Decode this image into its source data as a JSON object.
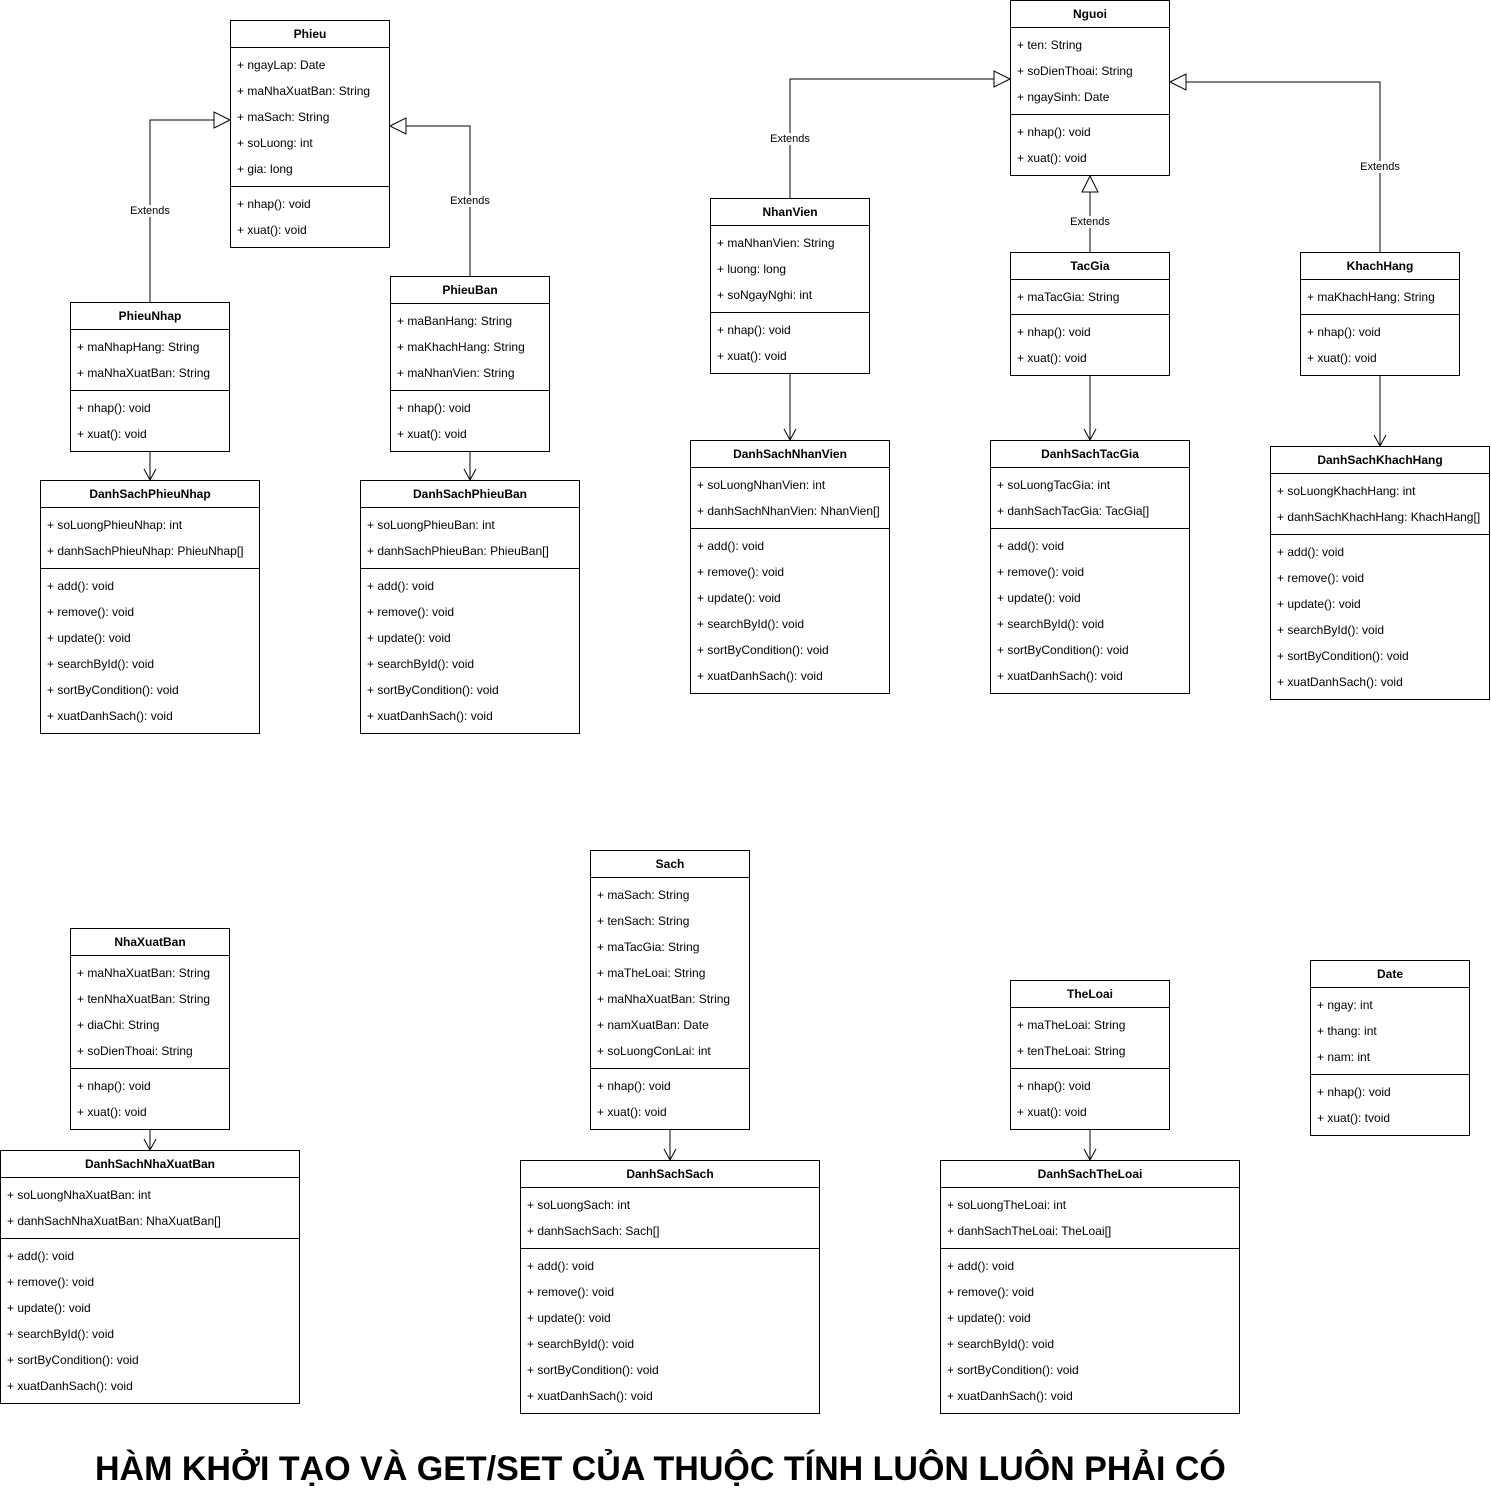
{
  "classes": [
    {
      "id": "Phieu",
      "name": "Phieu",
      "attrs": [
        "+ ngayLap: Date",
        "+ maNhaXuatBan: String",
        "+ maSach: String",
        "+ soLuong: int",
        "+ gia: long"
      ],
      "methods": [
        "+ nhap(): void",
        "+ xuat(): void"
      ]
    },
    {
      "id": "PhieuNhap",
      "name": "PhieuNhap",
      "attrs": [
        "+ maNhapHang: String",
        "+ maNhaXuatBan: String"
      ],
      "methods": [
        "+ nhap(): void",
        "+ xuat(): void"
      ]
    },
    {
      "id": "PhieuBan",
      "name": "PhieuBan",
      "attrs": [
        "+ maBanHang: String",
        "+ maKhachHang: String",
        "+ maNhanVien: String"
      ],
      "methods": [
        "+ nhap(): void",
        "+ xuat(): void"
      ]
    },
    {
      "id": "DanhSachPhieuNhap",
      "name": "DanhSachPhieuNhap",
      "attrs": [
        "+ soLuongPhieuNhap: int",
        "+ danhSachPhieuNhap: PhieuNhap[]"
      ],
      "methods": [
        "+ add(): void",
        "+ remove(): void",
        "+ update(): void",
        "+ searchById(): void",
        "+ sortByCondition(): void",
        "+ xuatDanhSach(): void"
      ]
    },
    {
      "id": "DanhSachPhieuBan",
      "name": "DanhSachPhieuBan",
      "attrs": [
        "+ soLuongPhieuBan: int",
        "+ danhSachPhieuBan: PhieuBan[]"
      ],
      "methods": [
        "+ add(): void",
        "+ remove(): void",
        "+ update(): void",
        "+ searchById(): void",
        "+ sortByCondition(): void",
        "+ xuatDanhSach(): void"
      ]
    },
    {
      "id": "Nguoi",
      "name": "Nguoi",
      "attrs": [
        "+ ten: String",
        "+ soDienThoai: String",
        "+ ngaySinh: Date"
      ],
      "methods": [
        "+ nhap(): void",
        "+ xuat(): void"
      ]
    },
    {
      "id": "NhanVien",
      "name": "NhanVien",
      "attrs": [
        "+ maNhanVien: String",
        "+ luong: long",
        "+ soNgayNghi: int"
      ],
      "methods": [
        "+ nhap(): void",
        "+ xuat(): void"
      ]
    },
    {
      "id": "TacGia",
      "name": "TacGia",
      "attrs": [
        "+ maTacGia: String"
      ],
      "methods": [
        "+ nhap(): void",
        "+ xuat(): void"
      ]
    },
    {
      "id": "KhachHang",
      "name": "KhachHang",
      "attrs": [
        "+ maKhachHang: String"
      ],
      "methods": [
        "+ nhap(): void",
        "+ xuat(): void"
      ]
    },
    {
      "id": "DanhSachNhanVien",
      "name": "DanhSachNhanVien",
      "attrs": [
        "+ soLuongNhanVien: int",
        "+ danhSachNhanVien: NhanVien[]"
      ],
      "methods": [
        "+ add(): void",
        "+ remove(): void",
        "+ update(): void",
        "+ searchById(): void",
        "+ sortByCondition(): void",
        "+ xuatDanhSach(): void"
      ]
    },
    {
      "id": "DanhSachTacGia",
      "name": "DanhSachTacGia",
      "attrs": [
        "+ soLuongTacGia: int",
        "+ danhSachTacGia: TacGia[]"
      ],
      "methods": [
        "+ add(): void",
        "+ remove(): void",
        "+ update(): void",
        "+ searchById(): void",
        "+ sortByCondition(): void",
        "+ xuatDanhSach(): void"
      ]
    },
    {
      "id": "DanhSachKhachHang",
      "name": "DanhSachKhachHang",
      "attrs": [
        "+ soLuongKhachHang: int",
        "+ danhSachKhachHang: KhachHang[]"
      ],
      "methods": [
        "+ add(): void",
        "+ remove(): void",
        "+ update(): void",
        "+ searchById(): void",
        "+ sortByCondition(): void",
        "+ xuatDanhSach(): void"
      ]
    },
    {
      "id": "NhaXuatBan",
      "name": "NhaXuatBan",
      "attrs": [
        "+ maNhaXuatBan: String",
        "+ tenNhaXuatBan: String",
        "+ diaChi: String",
        "+ soDienThoai: String"
      ],
      "methods": [
        "+ nhap(): void",
        "+ xuat(): void"
      ]
    },
    {
      "id": "DanhSachNhaXuatBan",
      "name": "DanhSachNhaXuatBan",
      "attrs": [
        "+ soLuongNhaXuatBan: int",
        "+ danhSachNhaXuatBan: NhaXuatBan[]"
      ],
      "methods": [
        "+ add(): void",
        "+ remove(): void",
        "+ update(): void",
        "+ searchById(): void",
        "+ sortByCondition(): void",
        "+ xuatDanhSach(): void"
      ]
    },
    {
      "id": "Sach",
      "name": "Sach",
      "attrs": [
        "+ maSach: String",
        "+ tenSach: String",
        "+ maTacGia: String",
        "+ maTheLoai: String",
        "+ maNhaXuatBan: String",
        "+ namXuatBan: Date",
        "+ soLuongConLai: int"
      ],
      "methods": [
        "+ nhap(): void",
        "+ xuat(): void"
      ]
    },
    {
      "id": "DanhSachSach",
      "name": "DanhSachSach",
      "attrs": [
        "+ soLuongSach: int",
        "+ danhSachSach: Sach[]"
      ],
      "methods": [
        "+ add(): void",
        "+ remove(): void",
        "+ update(): void",
        "+ searchById(): void",
        "+ sortByCondition(): void",
        "+ xuatDanhSach(): void"
      ]
    },
    {
      "id": "TheLoai",
      "name": "TheLoai",
      "attrs": [
        "+ maTheLoai: String",
        "+ tenTheLoai: String"
      ],
      "methods": [
        "+ nhap(): void",
        "+ xuat(): void"
      ]
    },
    {
      "id": "DanhSachTheLoai",
      "name": "DanhSachTheLoai",
      "attrs": [
        "+ soLuongTheLoai: int",
        "+ danhSachTheLoai: TheLoai[]"
      ],
      "methods": [
        "+ add(): void",
        "+ remove(): void",
        "+ update(): void",
        "+ searchById(): void",
        "+ sortByCondition(): void",
        "+ xuatDanhSach(): void"
      ]
    },
    {
      "id": "Date",
      "name": "Date",
      "attrs": [
        "+ ngay: int",
        "+ thang: int",
        "+ nam: int"
      ],
      "methods": [
        "+ nhap(): void",
        "+ xuat(): tvoid"
      ]
    }
  ],
  "relations": [
    {
      "type": "extends",
      "from": "PhieuNhap",
      "to": "Phieu",
      "label": "Extends"
    },
    {
      "type": "extends",
      "from": "PhieuBan",
      "to": "Phieu",
      "label": "Extends"
    },
    {
      "type": "extends",
      "from": "NhanVien",
      "to": "Nguoi",
      "label": "Extends"
    },
    {
      "type": "extends",
      "from": "TacGia",
      "to": "Nguoi",
      "label": "Extends"
    },
    {
      "type": "extends",
      "from": "KhachHang",
      "to": "Nguoi",
      "label": "Extends"
    },
    {
      "type": "association",
      "from": "PhieuNhap",
      "to": "DanhSachPhieuNhap"
    },
    {
      "type": "association",
      "from": "PhieuBan",
      "to": "DanhSachPhieuBan"
    },
    {
      "type": "association",
      "from": "NhanVien",
      "to": "DanhSachNhanVien"
    },
    {
      "type": "association",
      "from": "TacGia",
      "to": "DanhSachTacGia"
    },
    {
      "type": "association",
      "from": "KhachHang",
      "to": "DanhSachKhachHang"
    },
    {
      "type": "association",
      "from": "NhaXuatBan",
      "to": "DanhSachNhaXuatBan"
    },
    {
      "type": "association",
      "from": "Sach",
      "to": "DanhSachSach"
    },
    {
      "type": "association",
      "from": "TheLoai",
      "to": "DanhSachTheLoai"
    }
  ],
  "note": "HÀM KHỞI TẠO VÀ GET/SET CỦA THUỘC TÍNH LUÔN LUÔN PHẢI CÓ"
}
